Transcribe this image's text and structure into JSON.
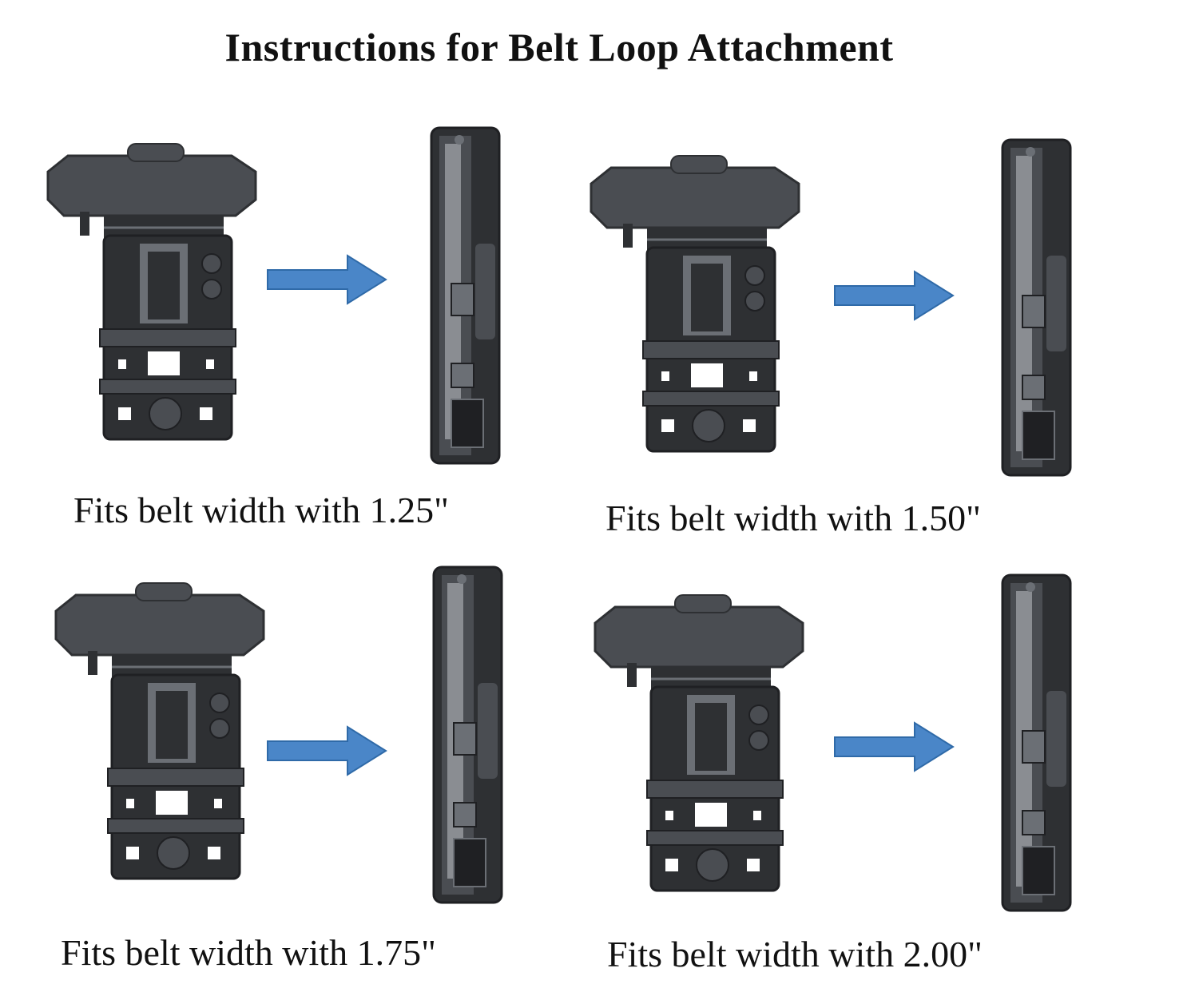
{
  "title": "Instructions for Belt Loop Attachment",
  "colors": {
    "arrow": "#4a86c8",
    "arrow_stroke": "#2f6aa8",
    "clip_dark": "#2e3033",
    "clip_mid": "#4a4d52",
    "clip_light": "#6b6f75",
    "background": "#ffffff"
  },
  "panels": [
    {
      "caption": "Fits belt width with 1.25\"",
      "position_setting": "1.25"
    },
    {
      "caption": "Fits belt width with 1.50\"",
      "position_setting": "1.50"
    },
    {
      "caption": "Fits belt width with 1.75\"",
      "position_setting": "1.75"
    },
    {
      "caption": "Fits belt width with 2.00\"",
      "position_setting": "2.00"
    }
  ],
  "icons": {
    "front_view": "belt-clip-front-icon",
    "side_view": "belt-clip-side-icon",
    "arrow": "arrow-right-icon"
  }
}
